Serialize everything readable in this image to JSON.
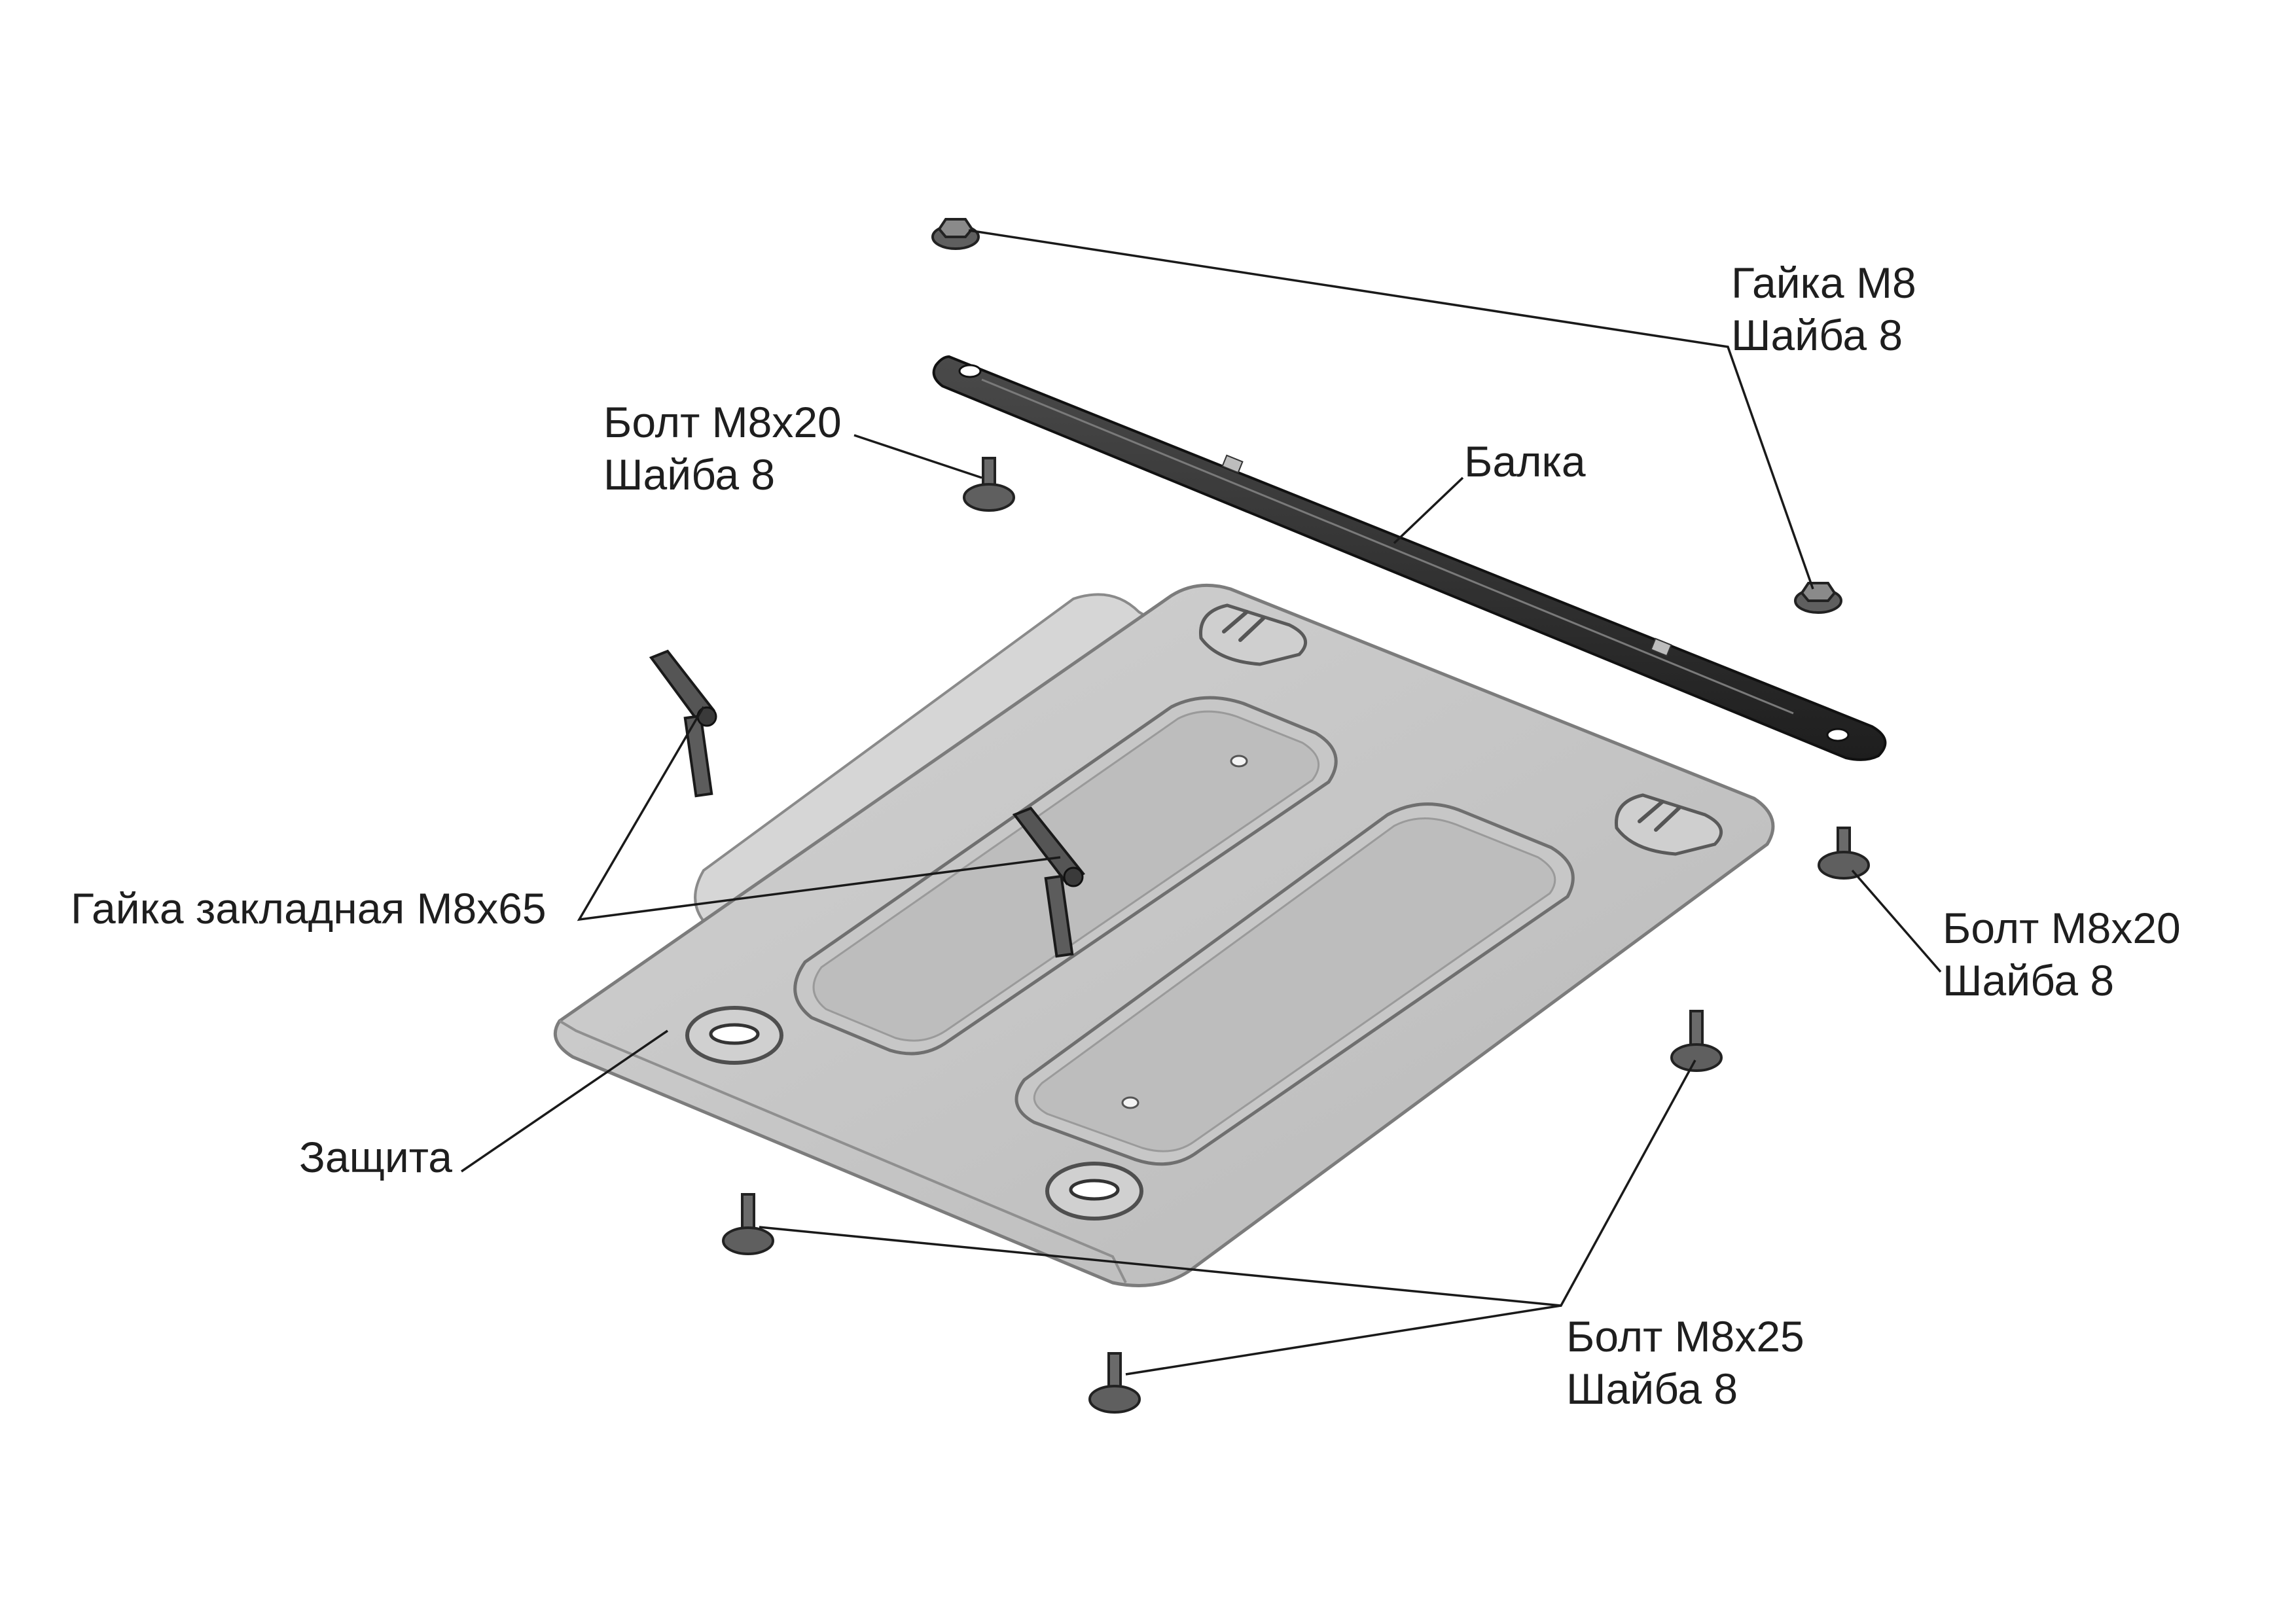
{
  "callouts": {
    "nut_m8": {
      "line1": "Гайка М8",
      "line2": "Шайба 8"
    },
    "bolt_top_left": {
      "line1": "Болт М8х20",
      "line2": "Шайба 8"
    },
    "beam": {
      "line1": "Балка"
    },
    "bolt_right": {
      "line1": "Болт М8х20",
      "line2": "Шайба 8"
    },
    "embedded_nut": {
      "line1": "Гайка закладная М8х65"
    },
    "skid_plate": {
      "line1": "Защита"
    },
    "bolt_bottom": {
      "line1": "Болт М8х25",
      "line2": "Шайба 8"
    }
  },
  "colors": {
    "plate_fill": "#c4c4c4",
    "plate_edge": "#9a9a9a",
    "beam_fill": "#2e2e2e",
    "hardware_fill": "#5a5a5a",
    "line": "#1a1a1a"
  }
}
